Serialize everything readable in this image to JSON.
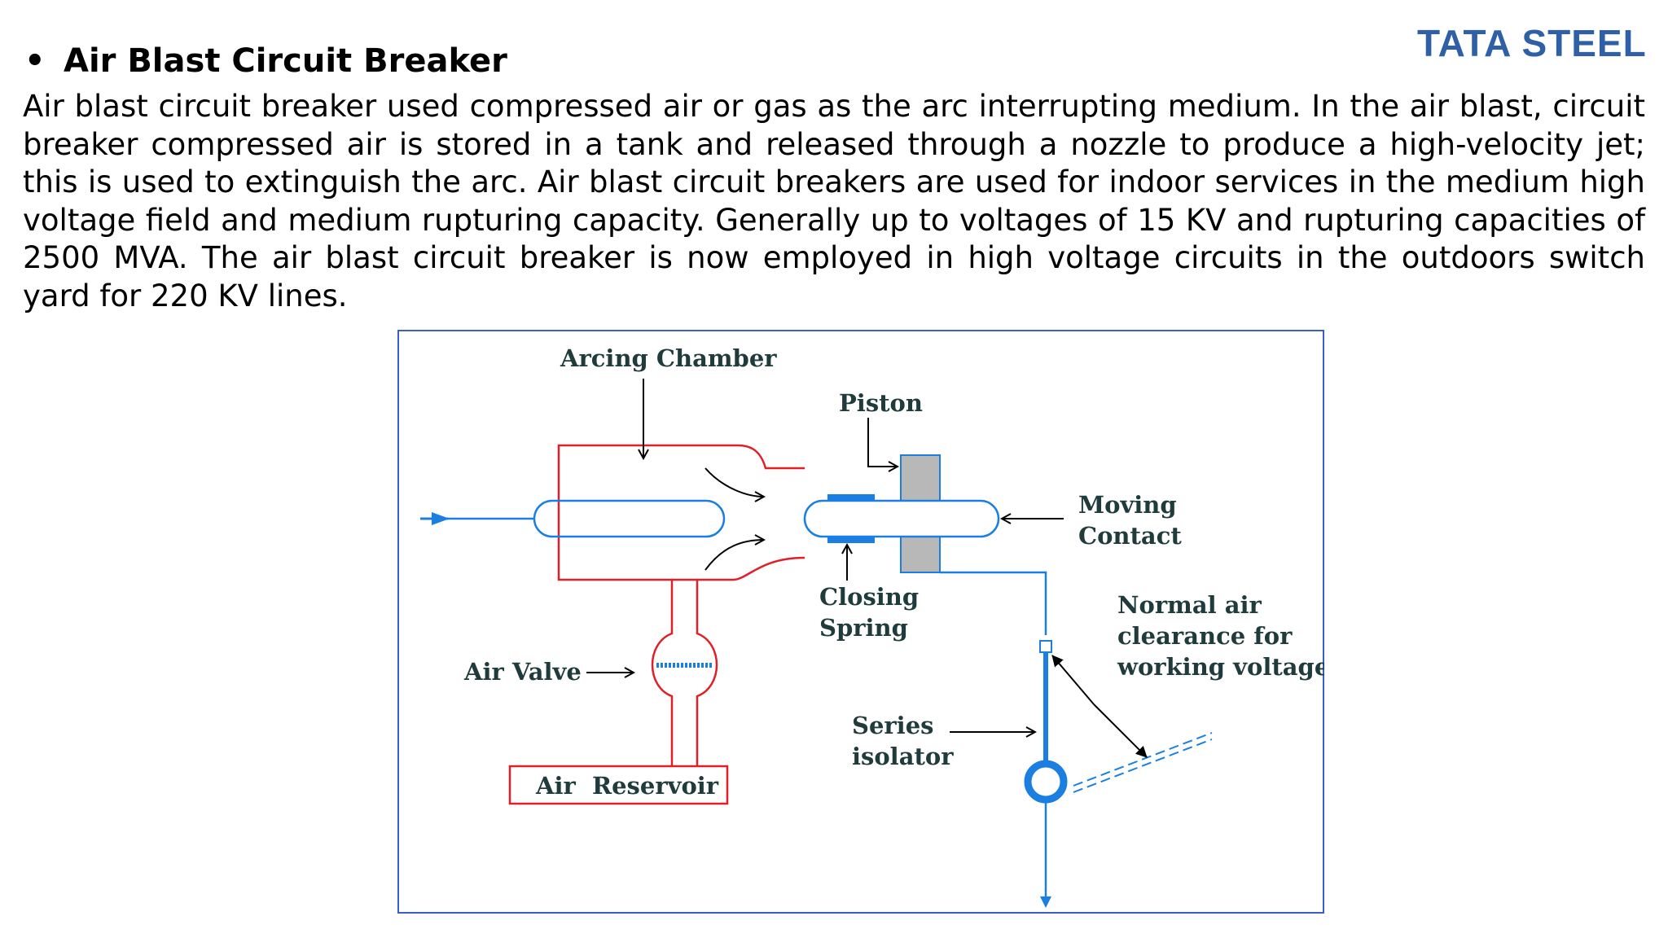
{
  "slide": {
    "bullet": "•",
    "title": "Air Blast Circuit Breaker",
    "logo": "TATA STEEL",
    "paragraph": "Air blast circuit breaker used compressed air or gas as the arc interrupting medium. In the air blast, circuit breaker compressed air is stored in a tank and released through a nozzle to produce a high-velocity jet; this is used to extinguish the arc. Air blast circuit breakers are used for indoor services in the medium high voltage field and medium rupturing capacity. Generally up to voltages of 15 KV and rupturing capacities of 2500 MVA. The air blast circuit breaker is now employed in high voltage circuits in the outdoors switch yard for 220 KV lines."
  },
  "diagram": {
    "labels": {
      "arcing_chamber": "Arcing Chamber",
      "piston": "Piston",
      "moving_contact_1": "Moving",
      "moving_contact_2": "Contact",
      "closing_spring_1": "Closing",
      "closing_spring_2": "Spring",
      "normal_air_1": "Normal air",
      "normal_air_2": "clearance for",
      "normal_air_3": "working voltage",
      "air_valve": "Air Valve",
      "series_isolator_1": "Series",
      "series_isolator_2": "isolator",
      "air_reservoir": "Air  Reservoir"
    },
    "colors": {
      "chamber": "#e01f26",
      "contact": "#1a7fe0",
      "piston": "#b8b8b8",
      "frame": "#3a5fc8"
    }
  }
}
